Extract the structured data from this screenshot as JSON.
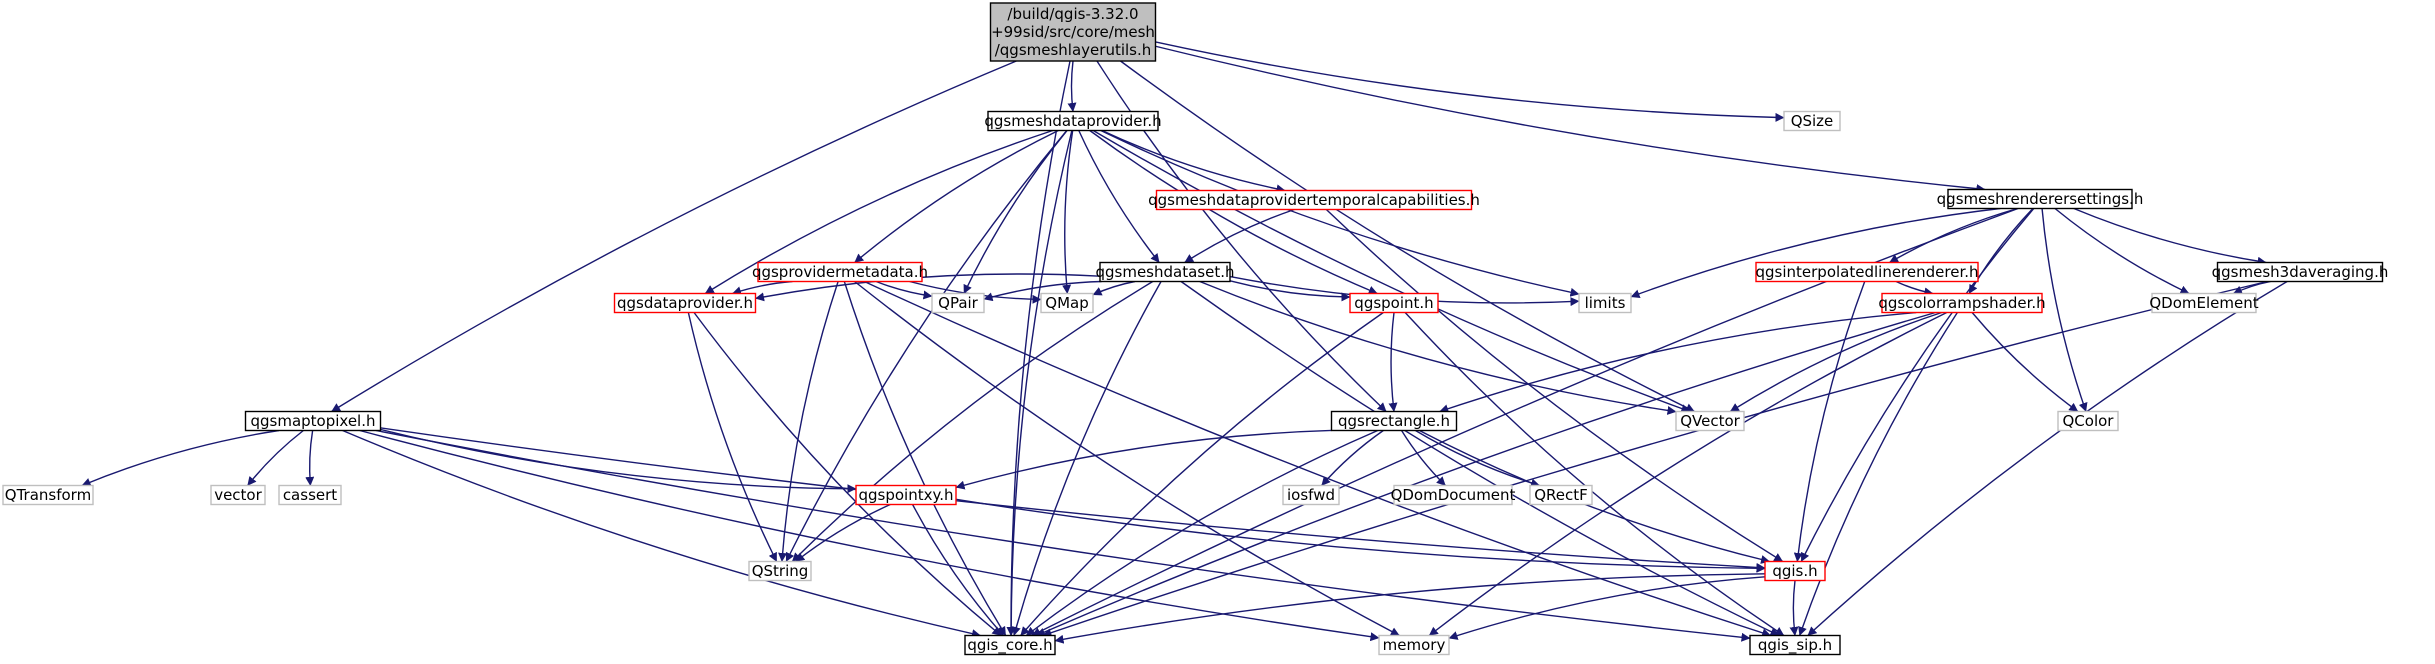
{
  "colors": {
    "edge": "#191970",
    "focus_fill": "#bfbfbf",
    "focus_border": "#000000",
    "documented_border": "#000000",
    "partial_border": "#ff0000",
    "external_border": "#bfbfbf",
    "external_text": "#666666",
    "node_fill": "#ffffff"
  },
  "nodes": [
    {
      "id": "root",
      "kind": "focus",
      "lines": [
        "/build/qgis-3.32.0",
        "+99sid/src/core/mesh",
        "/qgsmeshlayerutils.h"
      ]
    },
    {
      "id": "meshdataprovider",
      "kind": "documented",
      "lines": [
        "qgsmeshdataprovider.h"
      ]
    },
    {
      "id": "qsize",
      "kind": "external",
      "lines": [
        "QSize"
      ]
    },
    {
      "id": "temporalcaps",
      "kind": "partial",
      "lines": [
        "qgsmeshdataprovidertemporalcapabilities.h"
      ]
    },
    {
      "id": "renderersettings",
      "kind": "documented",
      "lines": [
        "qgsmeshrenderersettings.h"
      ]
    },
    {
      "id": "providermetadata",
      "kind": "partial",
      "lines": [
        "qgsprovidermetadata.h"
      ]
    },
    {
      "id": "meshdataset",
      "kind": "documented",
      "lines": [
        "qgsmeshdataset.h"
      ]
    },
    {
      "id": "interpolated",
      "kind": "partial",
      "lines": [
        "qgsinterpolatedlinerenderer.h"
      ]
    },
    {
      "id": "mesh3d",
      "kind": "documented",
      "lines": [
        "qgsmesh3daveraging.h"
      ]
    },
    {
      "id": "dataprovider",
      "kind": "partial",
      "lines": [
        "qgsdataprovider.h"
      ]
    },
    {
      "id": "qpair",
      "kind": "external",
      "lines": [
        "QPair"
      ]
    },
    {
      "id": "qmap",
      "kind": "external",
      "lines": [
        "QMap"
      ]
    },
    {
      "id": "qgspoint",
      "kind": "partial",
      "lines": [
        "qgspoint.h"
      ]
    },
    {
      "id": "limits",
      "kind": "external",
      "lines": [
        "limits"
      ]
    },
    {
      "id": "colorramp",
      "kind": "partial",
      "lines": [
        "qgscolorrampshader.h"
      ]
    },
    {
      "id": "qdomelement",
      "kind": "external",
      "lines": [
        "QDomElement"
      ]
    },
    {
      "id": "maptopixel",
      "kind": "documented",
      "lines": [
        "qgsmaptopixel.h"
      ]
    },
    {
      "id": "qrectangle",
      "kind": "documented",
      "lines": [
        "qgsrectangle.h"
      ]
    },
    {
      "id": "qvector",
      "kind": "external",
      "lines": [
        "QVector"
      ]
    },
    {
      "id": "qcolor",
      "kind": "external",
      "lines": [
        "QColor"
      ]
    },
    {
      "id": "qtransform",
      "kind": "external",
      "lines": [
        "QTransform"
      ]
    },
    {
      "id": "vector",
      "kind": "external",
      "lines": [
        "vector"
      ]
    },
    {
      "id": "cassert",
      "kind": "external",
      "lines": [
        "cassert"
      ]
    },
    {
      "id": "pointxy",
      "kind": "partial",
      "lines": [
        "qgspointxy.h"
      ]
    },
    {
      "id": "iosfwd",
      "kind": "external",
      "lines": [
        "iosfwd"
      ]
    },
    {
      "id": "qdomdocument",
      "kind": "external",
      "lines": [
        "QDomDocument"
      ]
    },
    {
      "id": "qrectf",
      "kind": "external",
      "lines": [
        "QRectF"
      ]
    },
    {
      "id": "qstring",
      "kind": "external",
      "lines": [
        "QString"
      ]
    },
    {
      "id": "qgis",
      "kind": "partial",
      "lines": [
        "qgis.h"
      ]
    },
    {
      "id": "qgiscore",
      "kind": "documented",
      "lines": [
        "qgis_core.h"
      ]
    },
    {
      "id": "memory",
      "kind": "external",
      "lines": [
        "memory"
      ]
    },
    {
      "id": "qgissip",
      "kind": "documented",
      "lines": [
        "qgis_sip.h"
      ]
    }
  ],
  "edges": [
    [
      "root",
      "meshdataprovider"
    ],
    [
      "root",
      "qsize"
    ],
    [
      "root",
      "renderersettings"
    ],
    [
      "root",
      "maptopixel"
    ],
    [
      "root",
      "qgiscore"
    ],
    [
      "root",
      "qrectangle"
    ],
    [
      "root",
      "qvector"
    ],
    [
      "meshdataprovider",
      "temporalcaps"
    ],
    [
      "meshdataprovider",
      "providermetadata"
    ],
    [
      "meshdataprovider",
      "meshdataset"
    ],
    [
      "meshdataprovider",
      "dataprovider"
    ],
    [
      "meshdataprovider",
      "qpair"
    ],
    [
      "meshdataprovider",
      "qmap"
    ],
    [
      "meshdataprovider",
      "qgspoint"
    ],
    [
      "meshdataprovider",
      "limits"
    ],
    [
      "meshdataprovider",
      "qvector"
    ],
    [
      "meshdataprovider",
      "qstring"
    ],
    [
      "meshdataprovider",
      "qgiscore"
    ],
    [
      "temporalcaps",
      "meshdataset"
    ],
    [
      "temporalcaps",
      "qgis"
    ],
    [
      "providermetadata",
      "dataprovider"
    ],
    [
      "providermetadata",
      "qpair"
    ],
    [
      "providermetadata",
      "qmap"
    ],
    [
      "providermetadata",
      "qstring"
    ],
    [
      "providermetadata",
      "qgiscore"
    ],
    [
      "providermetadata",
      "memory"
    ],
    [
      "providermetadata",
      "qgissip"
    ],
    [
      "meshdataset",
      "dataprovider"
    ],
    [
      "meshdataset",
      "qpair"
    ],
    [
      "meshdataset",
      "qmap"
    ],
    [
      "meshdataset",
      "qgspoint"
    ],
    [
      "meshdataset",
      "limits"
    ],
    [
      "meshdataset",
      "qvector"
    ],
    [
      "meshdataset",
      "qstring"
    ],
    [
      "meshdataset",
      "qgiscore"
    ],
    [
      "meshdataset",
      "qgissip"
    ],
    [
      "dataprovider",
      "qstring"
    ],
    [
      "dataprovider",
      "qgiscore"
    ],
    [
      "qgspoint",
      "qrectangle"
    ],
    [
      "qgspoint",
      "qgiscore"
    ],
    [
      "qgspoint",
      "qgissip"
    ],
    [
      "renderersettings",
      "interpolated"
    ],
    [
      "renderersettings",
      "colorramp"
    ],
    [
      "renderersettings",
      "mesh3d"
    ],
    [
      "renderersettings",
      "limits"
    ],
    [
      "renderersettings",
      "qdomelement"
    ],
    [
      "renderersettings",
      "qcolor"
    ],
    [
      "renderersettings",
      "qgis"
    ],
    [
      "renderersettings",
      "qgiscore"
    ],
    [
      "interpolated",
      "colorramp"
    ],
    [
      "interpolated",
      "qgis"
    ],
    [
      "colorramp",
      "qrectangle"
    ],
    [
      "colorramp",
      "qvector"
    ],
    [
      "colorramp",
      "qcolor"
    ],
    [
      "colorramp",
      "qgiscore"
    ],
    [
      "colorramp",
      "memory"
    ],
    [
      "colorramp",
      "qgissip"
    ],
    [
      "mesh3d",
      "qdomelement"
    ],
    [
      "mesh3d",
      "qgiscore"
    ],
    [
      "mesh3d",
      "qgissip"
    ],
    [
      "maptopixel",
      "qtransform"
    ],
    [
      "maptopixel",
      "vector"
    ],
    [
      "maptopixel",
      "cassert"
    ],
    [
      "maptopixel",
      "pointxy"
    ],
    [
      "maptopixel",
      "qgis"
    ],
    [
      "maptopixel",
      "qgiscore"
    ],
    [
      "maptopixel",
      "qgissip"
    ],
    [
      "maptopixel",
      "memory"
    ],
    [
      "qrectangle",
      "pointxy"
    ],
    [
      "qrectangle",
      "iosfwd"
    ],
    [
      "qrectangle",
      "qdomdocument"
    ],
    [
      "qrectangle",
      "qrectf"
    ],
    [
      "qrectangle",
      "qgis"
    ],
    [
      "qrectangle",
      "qgiscore"
    ],
    [
      "pointxy",
      "qstring"
    ],
    [
      "pointxy",
      "qgis"
    ],
    [
      "pointxy",
      "qgiscore"
    ],
    [
      "qgis",
      "qgiscore"
    ],
    [
      "qgis",
      "memory"
    ],
    [
      "qgis",
      "qgissip"
    ]
  ]
}
